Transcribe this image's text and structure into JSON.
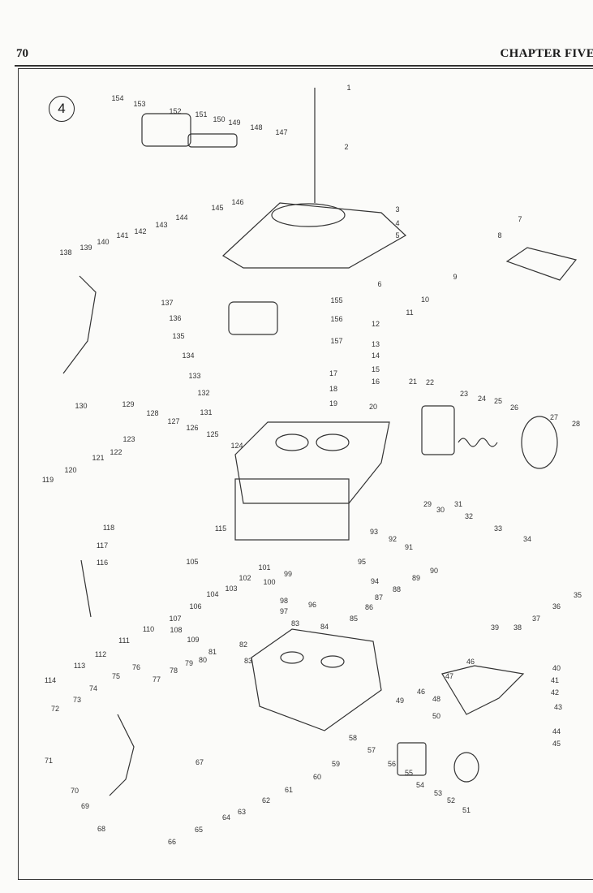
{
  "header": {
    "page_number": "70",
    "chapter_title": "CHAPTER FIVE"
  },
  "figure": {
    "figure_number": "4",
    "callouts": [
      "1",
      "2",
      "3",
      "4",
      "5",
      "6",
      "7",
      "8",
      "9",
      "10",
      "11",
      "12",
      "13",
      "14",
      "15",
      "16",
      "17",
      "18",
      "19",
      "20",
      "21",
      "22",
      "23",
      "24",
      "25",
      "26",
      "27",
      "28",
      "29",
      "30",
      "31",
      "32",
      "33",
      "34",
      "35",
      "36",
      "37",
      "38",
      "39",
      "40",
      "41",
      "42",
      "43",
      "44",
      "45",
      "46",
      "46",
      "47",
      "48",
      "49",
      "50",
      "51",
      "52",
      "53",
      "54",
      "55",
      "56",
      "57",
      "58",
      "59",
      "60",
      "61",
      "62",
      "63",
      "64",
      "65",
      "66",
      "67",
      "68",
      "69",
      "70",
      "71",
      "72",
      "73",
      "74",
      "75",
      "76",
      "77",
      "78",
      "79",
      "80",
      "81",
      "82",
      "83",
      "83",
      "84",
      "85",
      "86",
      "87",
      "88",
      "89",
      "90",
      "91",
      "92",
      "93",
      "94",
      "95",
      "96",
      "97",
      "98",
      "99",
      "100",
      "101",
      "102",
      "103",
      "104",
      "105",
      "106",
      "107",
      "108",
      "109",
      "110",
      "111",
      "112",
      "113",
      "114",
      "115",
      "116",
      "117",
      "118",
      "119",
      "120",
      "121",
      "122",
      "123",
      "124",
      "125",
      "126",
      "127",
      "128",
      "129",
      "130",
      "131",
      "132",
      "133",
      "134",
      "135",
      "136",
      "137",
      "138",
      "139",
      "140",
      "141",
      "142",
      "143",
      "144",
      "145",
      "146",
      "147",
      "148",
      "149",
      "150",
      "151",
      "152",
      "153",
      "154",
      "155",
      "156",
      "157"
    ]
  }
}
